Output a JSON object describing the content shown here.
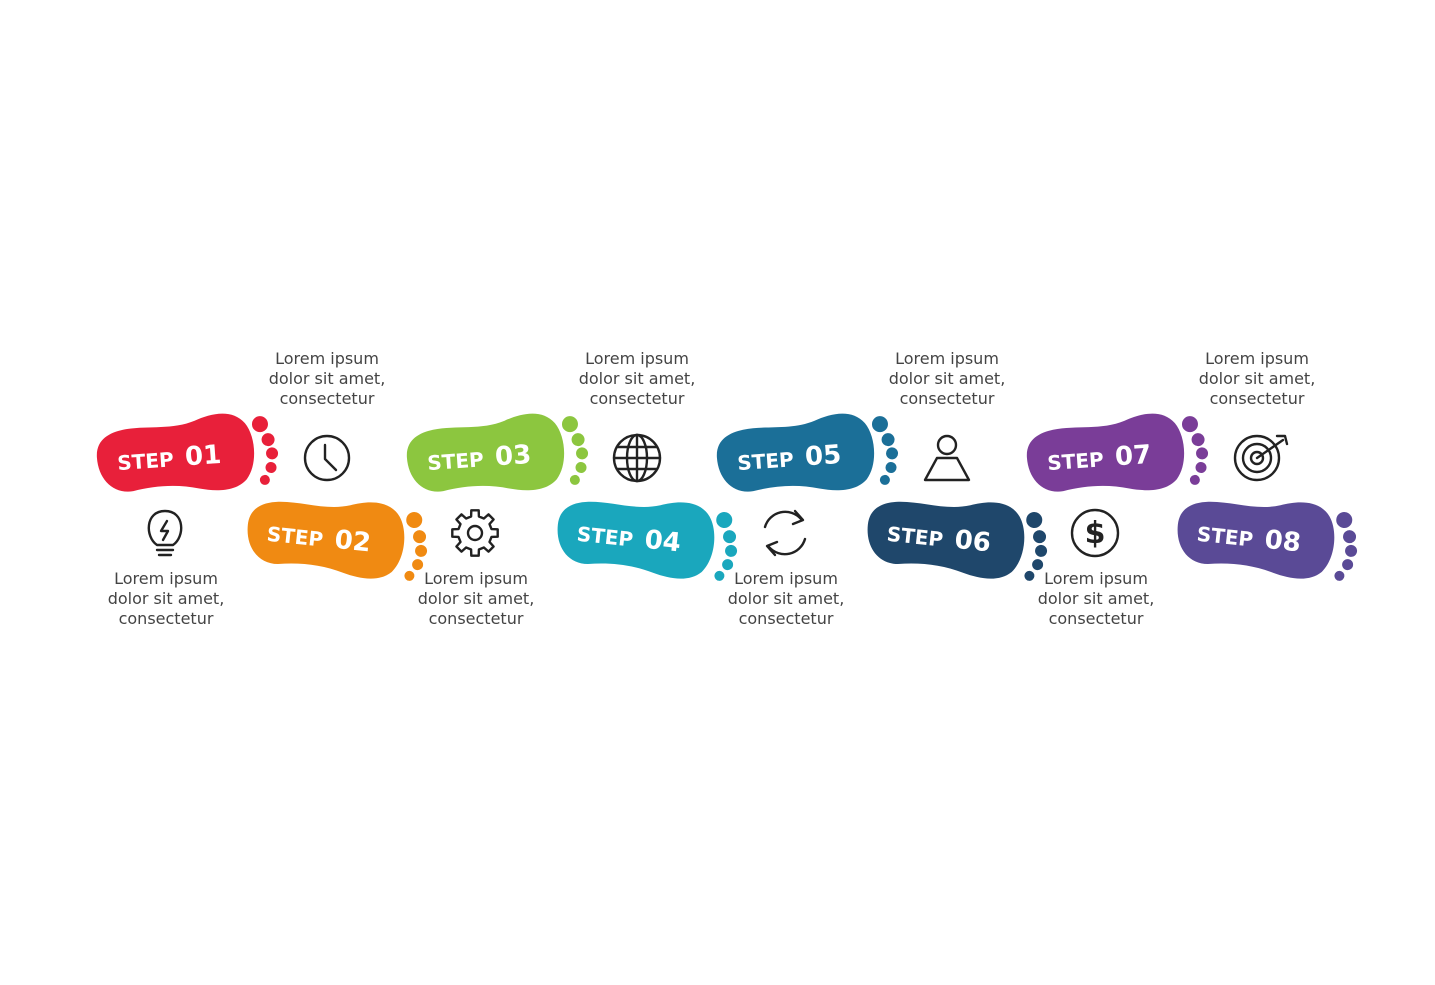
{
  "steps": [
    {
      "label": "STEP",
      "number": "01",
      "color": "#e8203a",
      "icon": "lightbulb-icon",
      "text": [
        "Lorem ipsum",
        "dolor sit amet,",
        "consectetur"
      ]
    },
    {
      "label": "STEP",
      "number": "02",
      "color": "#f08a12",
      "icon": "clock-icon",
      "text": [
        "Lorem ipsum",
        "dolor sit amet,",
        "consectetur"
      ]
    },
    {
      "label": "STEP",
      "number": "03",
      "color": "#8cc63f",
      "icon": "gear-icon",
      "text": [
        "Lorem ipsum",
        "dolor sit amet,",
        "consectetur"
      ]
    },
    {
      "label": "STEP",
      "number": "04",
      "color": "#1aa7bd",
      "icon": "globe-icon",
      "text": [
        "Lorem ipsum",
        "dolor sit amet,",
        "consectetur"
      ]
    },
    {
      "label": "STEP",
      "number": "05",
      "color": "#1b6f98",
      "icon": "refresh-icon",
      "text": [
        "Lorem ipsum",
        "dolor sit amet,",
        "consectetur"
      ]
    },
    {
      "label": "STEP",
      "number": "06",
      "color": "#1f476b",
      "icon": "user-icon",
      "text": [
        "Lorem ipsum",
        "dolor sit amet,",
        "consectetur"
      ]
    },
    {
      "label": "STEP",
      "number": "07",
      "color": "#7a3d98",
      "icon": "dollar-icon",
      "text": [
        "Lorem ipsum",
        "dolor sit amet,",
        "consectetur"
      ]
    },
    {
      "label": "STEP",
      "number": "08",
      "color": "#5a4a96",
      "icon": "target-icon",
      "text": [
        "Lorem ipsum",
        "dolor sit amet,",
        "consectetur"
      ]
    }
  ]
}
